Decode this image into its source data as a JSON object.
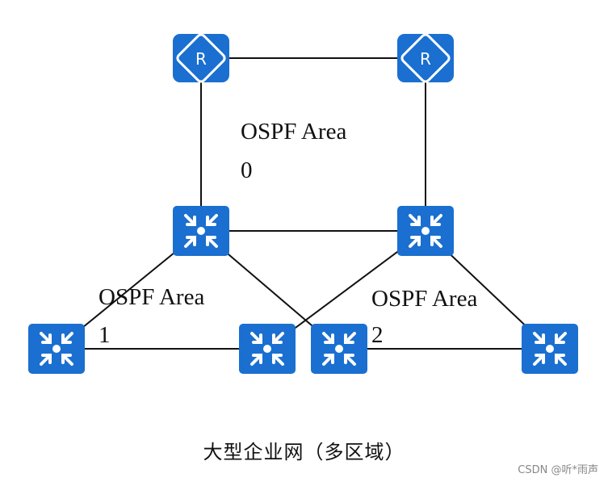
{
  "diagram": {
    "areas": [
      {
        "line1": "OSPF Area",
        "line2": "0"
      },
      {
        "line1": "OSPF Area",
        "line2": "1"
      },
      {
        "line1": "OSPF Area",
        "line2": "2"
      }
    ],
    "router_label": "R",
    "caption": "大型企业网（多区域）",
    "watermark": "CSDN @听*雨声"
  },
  "colors": {
    "device_fill": "#1a6fd0",
    "device_glyph": "#ffffff",
    "link": "#111111"
  }
}
